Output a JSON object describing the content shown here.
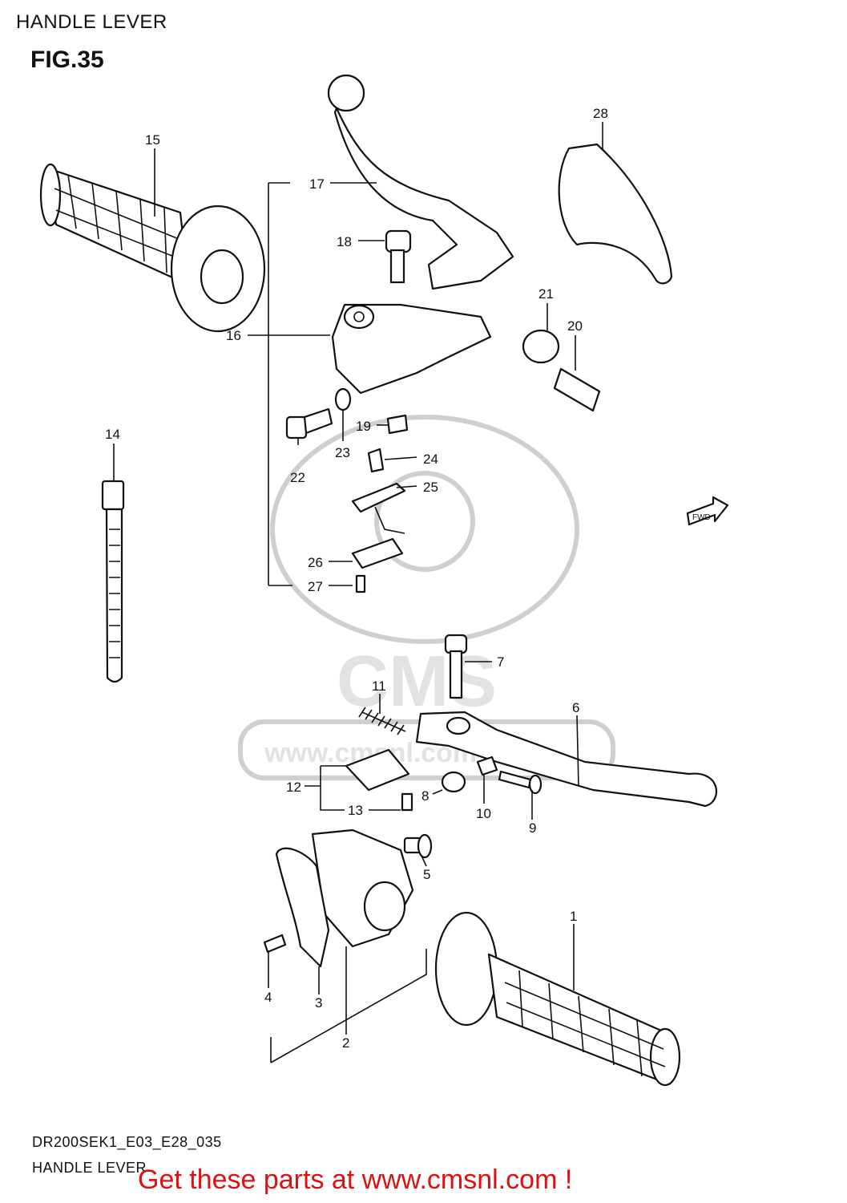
{
  "page": {
    "header": "HANDLE LEVER",
    "figure": "FIG.35"
  },
  "callouts": {
    "p1": "1",
    "p2": "2",
    "p3": "3",
    "p4": "4",
    "p5": "5",
    "p6": "6",
    "p7": "7",
    "p8": "8",
    "p9": "9",
    "p10": "10",
    "p11": "11",
    "p12": "12",
    "p13": "13",
    "p14": "14",
    "p15": "15",
    "p16": "16",
    "p17": "17",
    "p18": "18",
    "p19": "19",
    "p20": "20",
    "p21": "21",
    "p22": "22",
    "p23": "23",
    "p24": "24",
    "p25": "25",
    "p26": "26",
    "p27": "27",
    "p28": "28"
  },
  "fwd_badge": "FWD",
  "watermark": {
    "brand": "CMS",
    "site": "www.cmsnl.com"
  },
  "footer": {
    "model_code": "DR200SEK1_E03_E28_035",
    "section_name": "HANDLE LEVER",
    "call_to_action": "Get these parts at www.cmsnl.com !"
  },
  "colors": {
    "call_to_action": "#e01010",
    "watermark": "#cfcfcf"
  }
}
